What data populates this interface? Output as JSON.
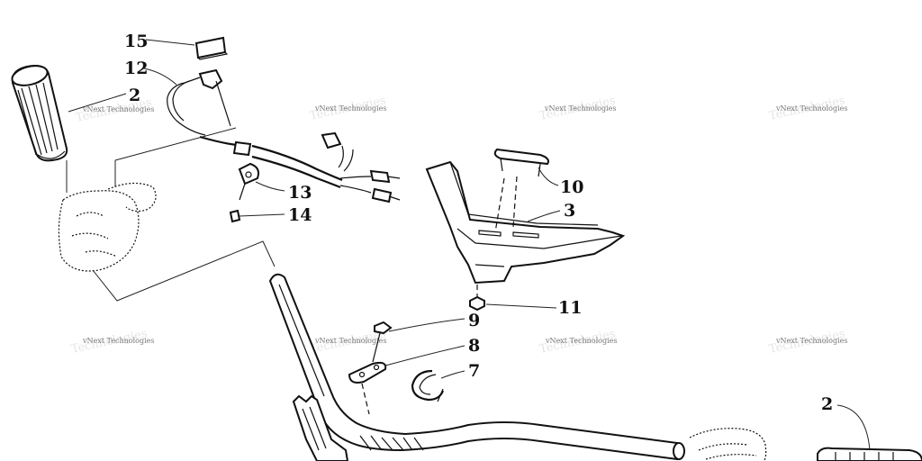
{
  "callouts": {
    "c15": "15",
    "c12": "12",
    "c2a": "2",
    "c13": "13",
    "c14": "14",
    "c10": "10",
    "c3": "3",
    "c11": "11",
    "c9": "9",
    "c8": "8",
    "c7": "7",
    "c2b": "2"
  },
  "watermark": {
    "text": "vNext Technologies",
    "ghost": "Technologies"
  }
}
